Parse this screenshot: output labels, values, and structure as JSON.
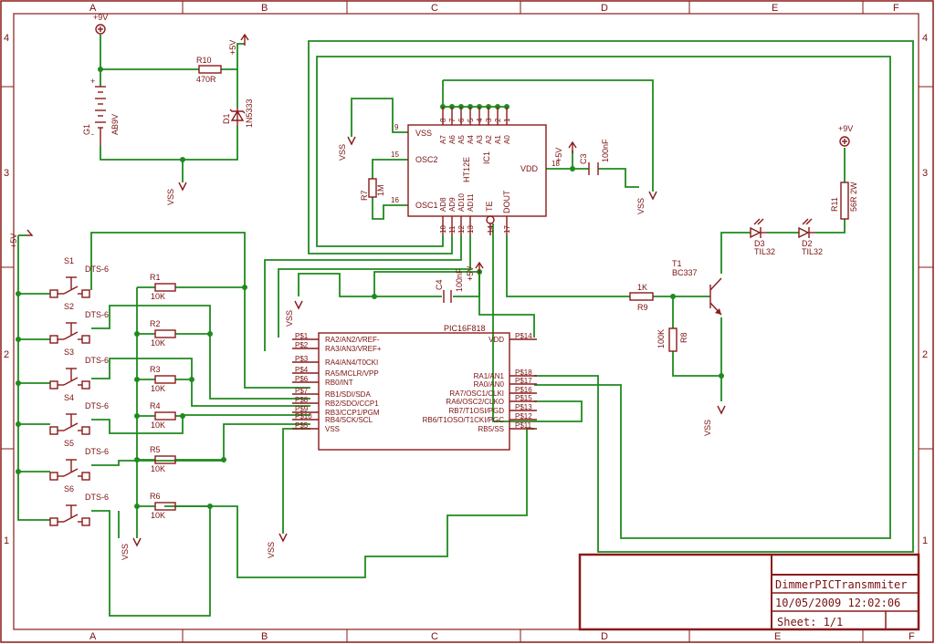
{
  "frame": {
    "cols_top": [
      "A",
      "B",
      "C",
      "D",
      "E",
      "F"
    ],
    "cols_bottom": [
      "A",
      "B",
      "C",
      "D",
      "E",
      "F"
    ],
    "rows_left": [
      "4",
      "3",
      "2",
      "1"
    ],
    "rows_right": [
      "4",
      "3",
      "2",
      "1"
    ]
  },
  "title_block": {
    "name": "DimmerPICTransmmiter",
    "date": "10/05/2009 12:02:06",
    "sheet": "Sheet: 1/1"
  },
  "parts": {
    "battery": {
      "ref": "G1",
      "value": "AB9V",
      "plus": "+",
      "minus": "-"
    },
    "r10": {
      "ref": "R10",
      "value": "470R"
    },
    "d1": {
      "ref": "D1",
      "value": "1N5333"
    },
    "r7": {
      "ref": "R7",
      "value": "1M"
    },
    "c3": {
      "ref": "C3",
      "value": "100nF"
    },
    "c4": {
      "ref": "C4",
      "value": "100nF"
    },
    "r9": {
      "ref": "R9",
      "value": "1K"
    },
    "r8": {
      "ref": "R8",
      "value": "100K"
    },
    "r11": {
      "ref": "R11",
      "value": "56R 2W"
    },
    "t1": {
      "ref": "T1",
      "value": "BC337"
    },
    "d3": {
      "ref": "D3",
      "value": "TIL32"
    },
    "d2": {
      "ref": "D2",
      "value": "TIL32"
    },
    "switches": [
      {
        "ref": "S1",
        "value": "DTS-6"
      },
      {
        "ref": "S2",
        "value": "DTS-6"
      },
      {
        "ref": "S3",
        "value": "DTS-6"
      },
      {
        "ref": "S4",
        "value": "DTS-6"
      },
      {
        "ref": "S5",
        "value": "DTS-6"
      },
      {
        "ref": "S6",
        "value": "DTS-6"
      }
    ],
    "resistors": [
      {
        "ref": "R1",
        "value": "10K"
      },
      {
        "ref": "R2",
        "value": "10K"
      },
      {
        "ref": "R3",
        "value": "10K"
      },
      {
        "ref": "R4",
        "value": "10K"
      },
      {
        "ref": "R5",
        "value": "10K"
      },
      {
        "ref": "R6",
        "value": "10K"
      }
    ]
  },
  "supplies": {
    "p9v": "+9V",
    "p5v": "+5V",
    "vss": "VSS"
  },
  "ic1": {
    "ref": "IC1",
    "name": "HT12E",
    "vss": "VSS",
    "osc2": "OSC2",
    "osc1": "OSC1",
    "vdd": "VDD",
    "te": "TE",
    "dout": "DOUT",
    "addr": [
      "A7",
      "A6",
      "A5",
      "A4",
      "A3",
      "A2",
      "A1",
      "A0"
    ],
    "data": [
      "AD8",
      "AD9",
      "AD10",
      "AD11"
    ],
    "pin_top": [
      "8",
      "7",
      "6",
      "5",
      "4",
      "3",
      "2",
      "1"
    ],
    "pin_9": "9",
    "pin_15": "15",
    "pin_16": "16",
    "pin_18": "18",
    "pin_bottom": [
      "10",
      "11",
      "12",
      "13",
      "14",
      "17"
    ]
  },
  "pic": {
    "name": "PIC16F818",
    "left": [
      "RA2/AN2/VREF-",
      "RA3/AN3/VREF+",
      "RA4/AN4/T0CKI",
      "RA5/MCLR/VPP",
      "RB0/INT",
      "RB1/SDI/SDA",
      "RB2/SDO/CCP1",
      "RB3/CCP1/PGM",
      "RB4/SCK/SCL",
      "VSS"
    ],
    "left_pins": [
      "P$1",
      "P$2",
      "P$3",
      "P$4",
      "P$6",
      "P$7",
      "P$8",
      "P$9",
      "P$10",
      "P$5"
    ],
    "right": [
      "VDD",
      "RA1/AN1",
      "RA0/AN0",
      "RA7/OSC1/CLKI",
      "RA6/OSC2/CLKO",
      "RB7/T1OSI/PGD",
      "RB6/T1OSO/T1CKI/PGC",
      "RB5/SS"
    ],
    "right_pins": [
      "P$14",
      "P$18",
      "P$17",
      "P$16",
      "P$15",
      "P$13",
      "P$12",
      "P$11"
    ]
  }
}
